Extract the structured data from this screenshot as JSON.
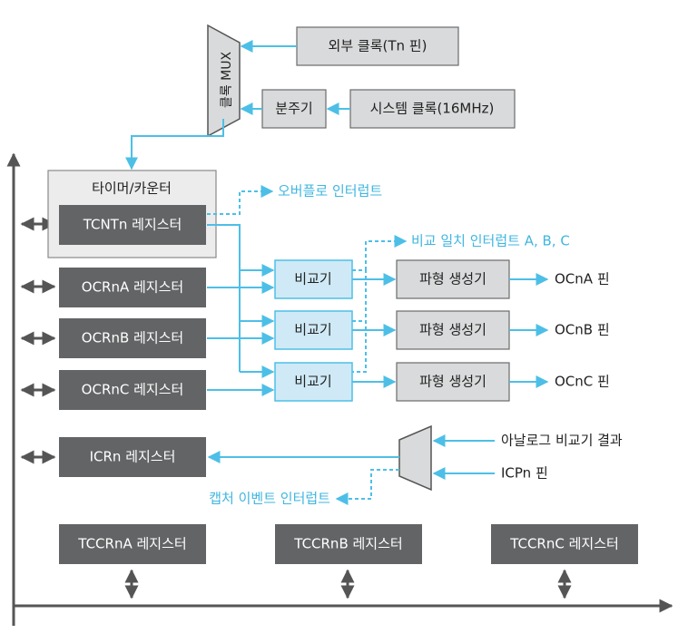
{
  "mux": {
    "label": "클록 MUX"
  },
  "clock_sources": {
    "external": "외부 클록(Tn 핀)",
    "system": "시스템 클록(16MHz)",
    "prescaler": "분주기"
  },
  "timer": {
    "group_label": "타이머/카운터",
    "tcnt": "TCNTn 레지스터",
    "overflow_interrupt": "오버플로 인터럽트"
  },
  "compare": {
    "interrupt": "비교 일치 인터럽트 A, B, C",
    "registers": [
      "OCRnA 레지스터",
      "OCRnB 레지스터",
      "OCRnC 레지스터"
    ],
    "comparators": [
      "비교기",
      "비교기",
      "비교기"
    ],
    "waveform_generators": [
      "파형 생성기",
      "파형 생성기",
      "파형 생성기"
    ],
    "output_pins": [
      "OCnA 핀",
      "OCnB 핀",
      "OCnC 핀"
    ]
  },
  "capture": {
    "register": "ICRn 레지스터",
    "analog_input": "아날로그 비교기 결과",
    "pin_input": "ICPn 핀",
    "interrupt": "캡처 이벤트 인터럽트"
  },
  "control": {
    "registers": [
      "TCCRnA 레지스터",
      "TCCRnB 레지스터",
      "TCCRnC 레지스터"
    ]
  },
  "colors": {
    "register_fill": "#636466",
    "signal_line": "#4dbfe7",
    "interrupt_text": "#3fb6e0",
    "bus": "#555555"
  }
}
